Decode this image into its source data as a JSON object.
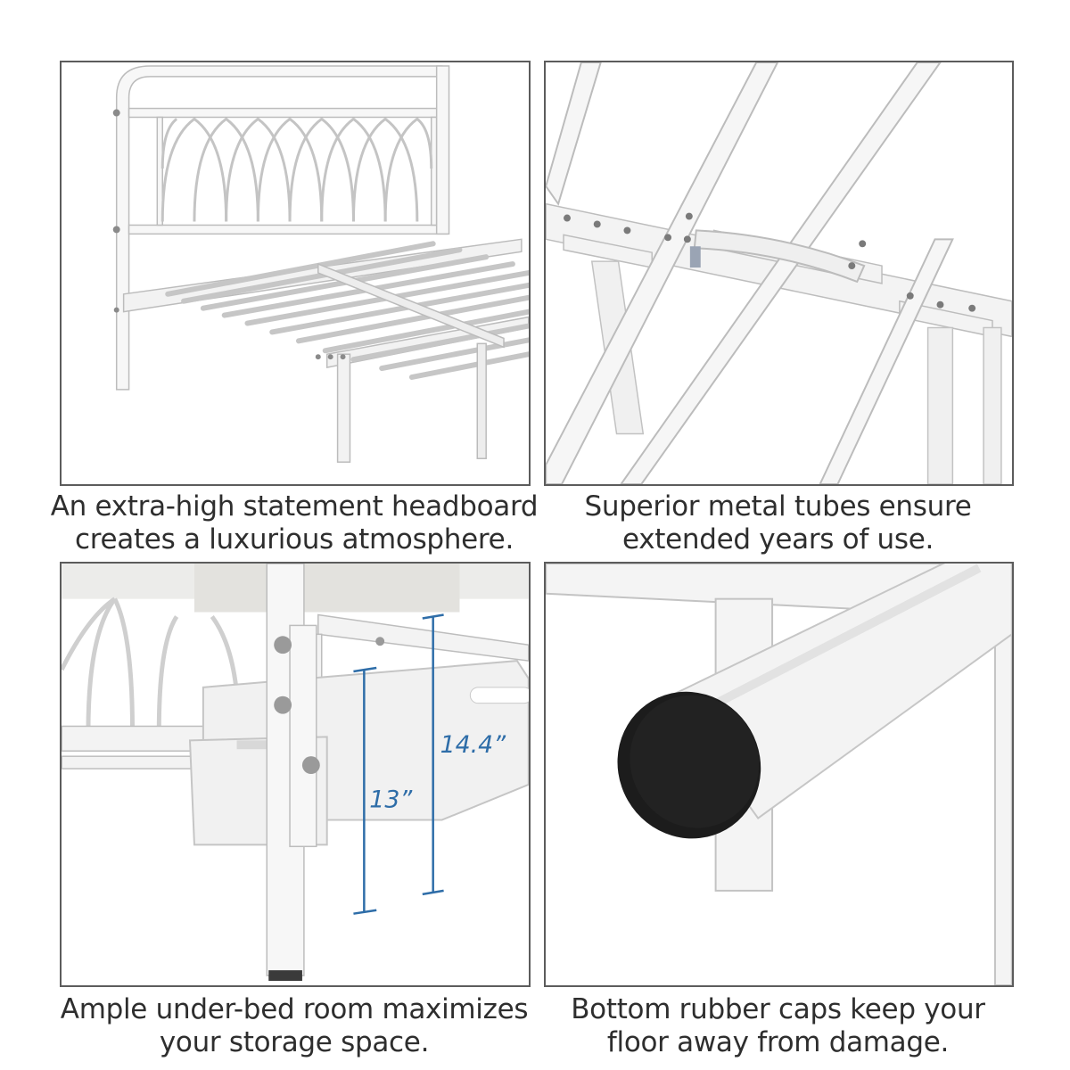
{
  "panels": [
    {
      "caption_line1": "An extra-high statement headboard",
      "caption_line2": "creates a luxurious atmosphere."
    },
    {
      "caption_line1": "Superior metal tubes ensure",
      "caption_line2": "extended years of use."
    },
    {
      "caption_line1": "Ample under-bed room maximizes",
      "caption_line2": "your storage space.",
      "dimension_tall": "14.4”",
      "dimension_short": "13”"
    },
    {
      "caption_line1": "Bottom rubber caps keep your",
      "caption_line2": "floor away from damage."
    }
  ],
  "colors": {
    "frame": "#f4f4f4",
    "frame_shadow": "#c9c9c9",
    "dimension": "#2e6da8",
    "rubber_cap": "#1c1c1c"
  }
}
